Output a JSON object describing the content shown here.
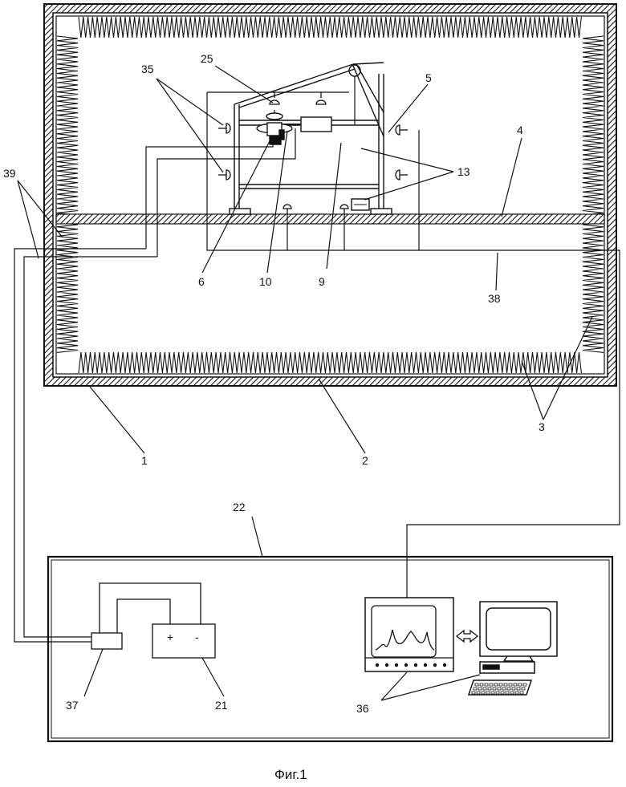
{
  "labels": {
    "l1": "1",
    "l2": "2",
    "l3": "3",
    "l4": "4",
    "l5": "5",
    "l6": "6",
    "l9": "9",
    "l10": "10",
    "l13": "13",
    "l21": "21",
    "l22": "22",
    "l25": "25",
    "l35": "35",
    "l36": "36",
    "l37": "37",
    "l38": "38",
    "l39": "39"
  },
  "power_supply": {
    "plus": "+",
    "minus": "-"
  },
  "caption": "Фиг.1",
  "colors": {
    "line": "#111111",
    "background": "#ffffff"
  }
}
